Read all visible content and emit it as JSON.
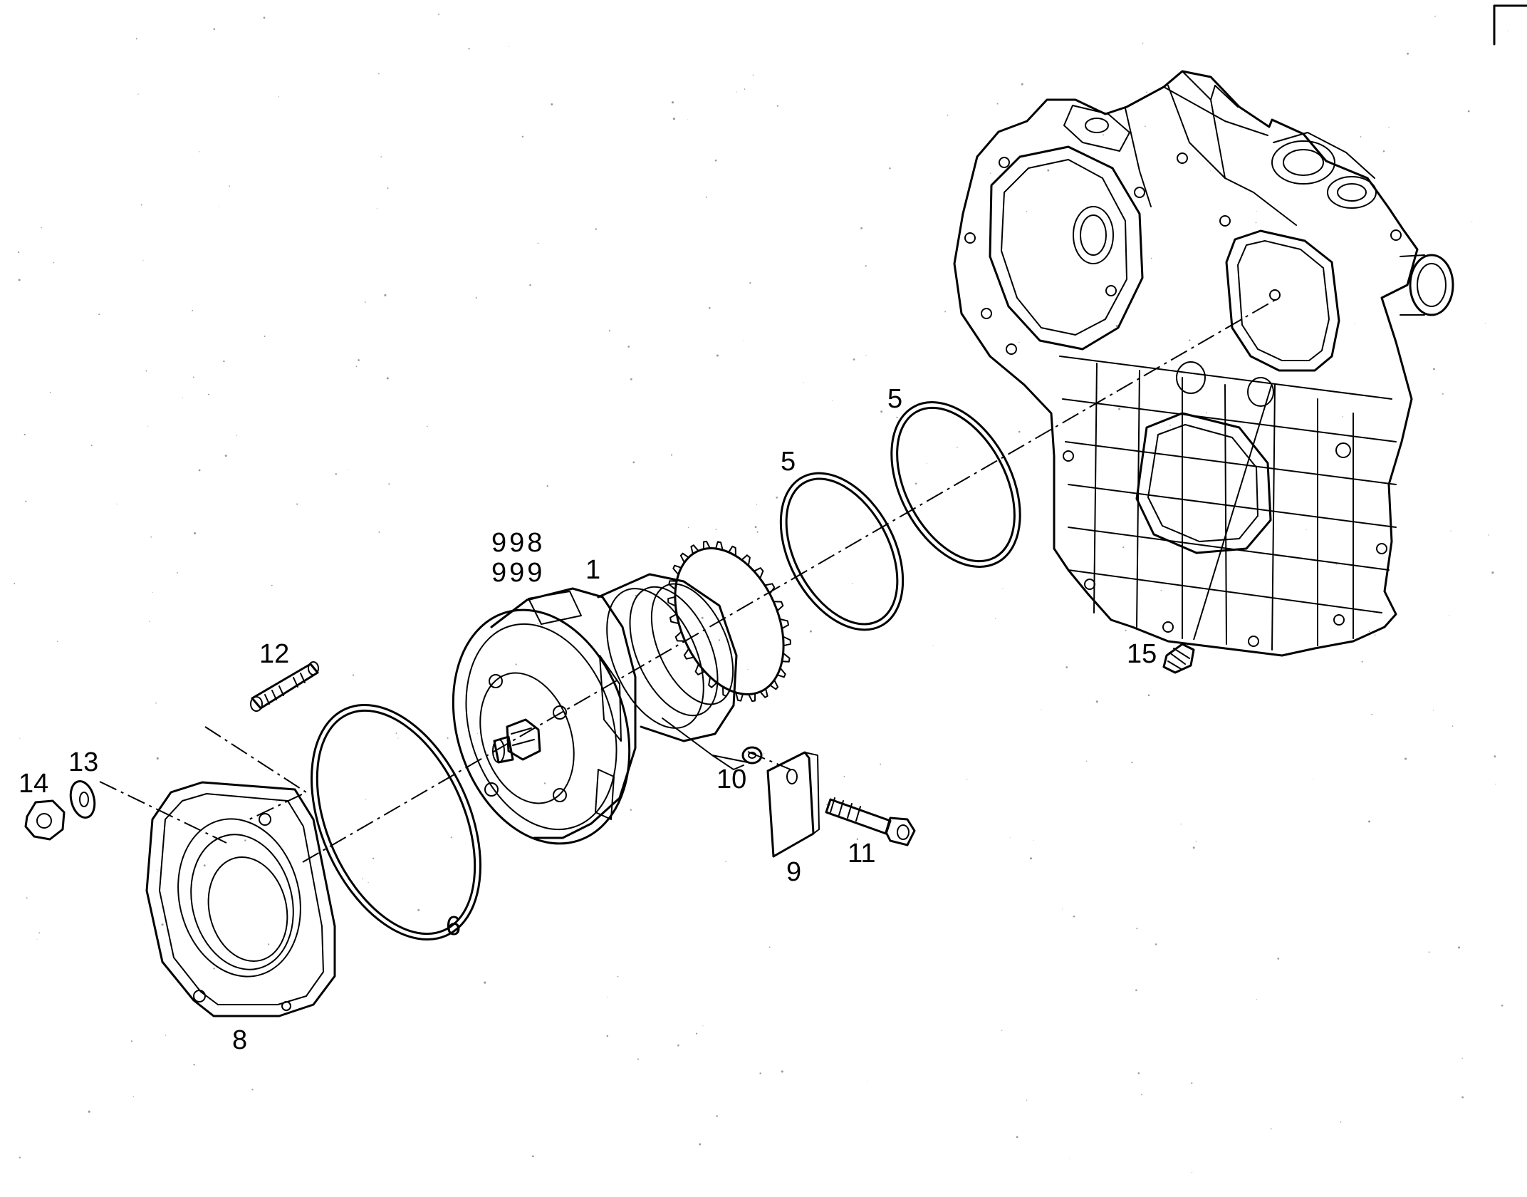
{
  "diagram": {
    "type": "exploded-parts-view",
    "callouts": {
      "c1": "1",
      "c5a": "5",
      "c5b": "5",
      "c6": "6",
      "c8": "8",
      "c9": "9",
      "c10": "10",
      "c11": "11",
      "c12": "12",
      "c13": "13",
      "c14": "14",
      "c15": "15",
      "c998": "998",
      "c999": "999"
    }
  }
}
